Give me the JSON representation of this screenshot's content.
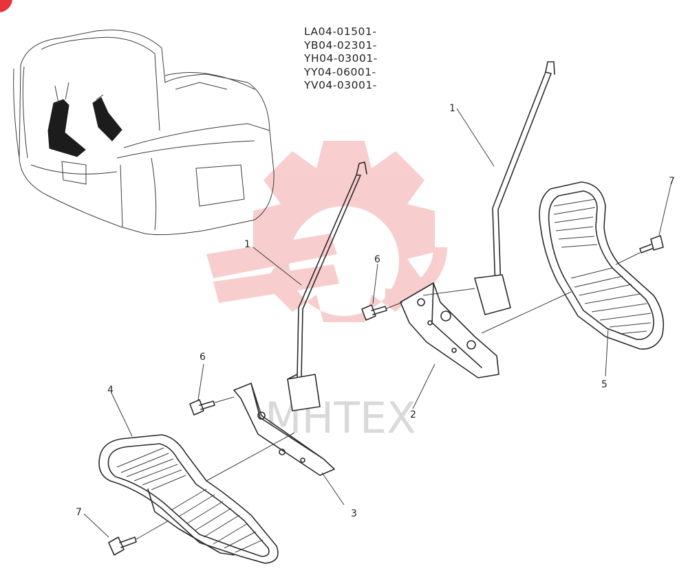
{
  "serials": [
    "LA04-01501-",
    "YB04-02301-",
    "YH04-03001-",
    "YY04-06001-",
    "YV04-03001-"
  ],
  "watermark": "MHTEX",
  "callouts": {
    "rod_left": "1",
    "rod_right": "1",
    "bracket_right": "2",
    "bracket_left": "3",
    "pedal_left": "4",
    "pedal_right": "5",
    "bolt_left": "6",
    "bolt_right": "6",
    "screw_left": "7",
    "screw_right": "7"
  },
  "colors": {
    "watermark_red": "#f7c5c5",
    "badge_red": "#e8323c",
    "ink": "#2a2a2a"
  }
}
